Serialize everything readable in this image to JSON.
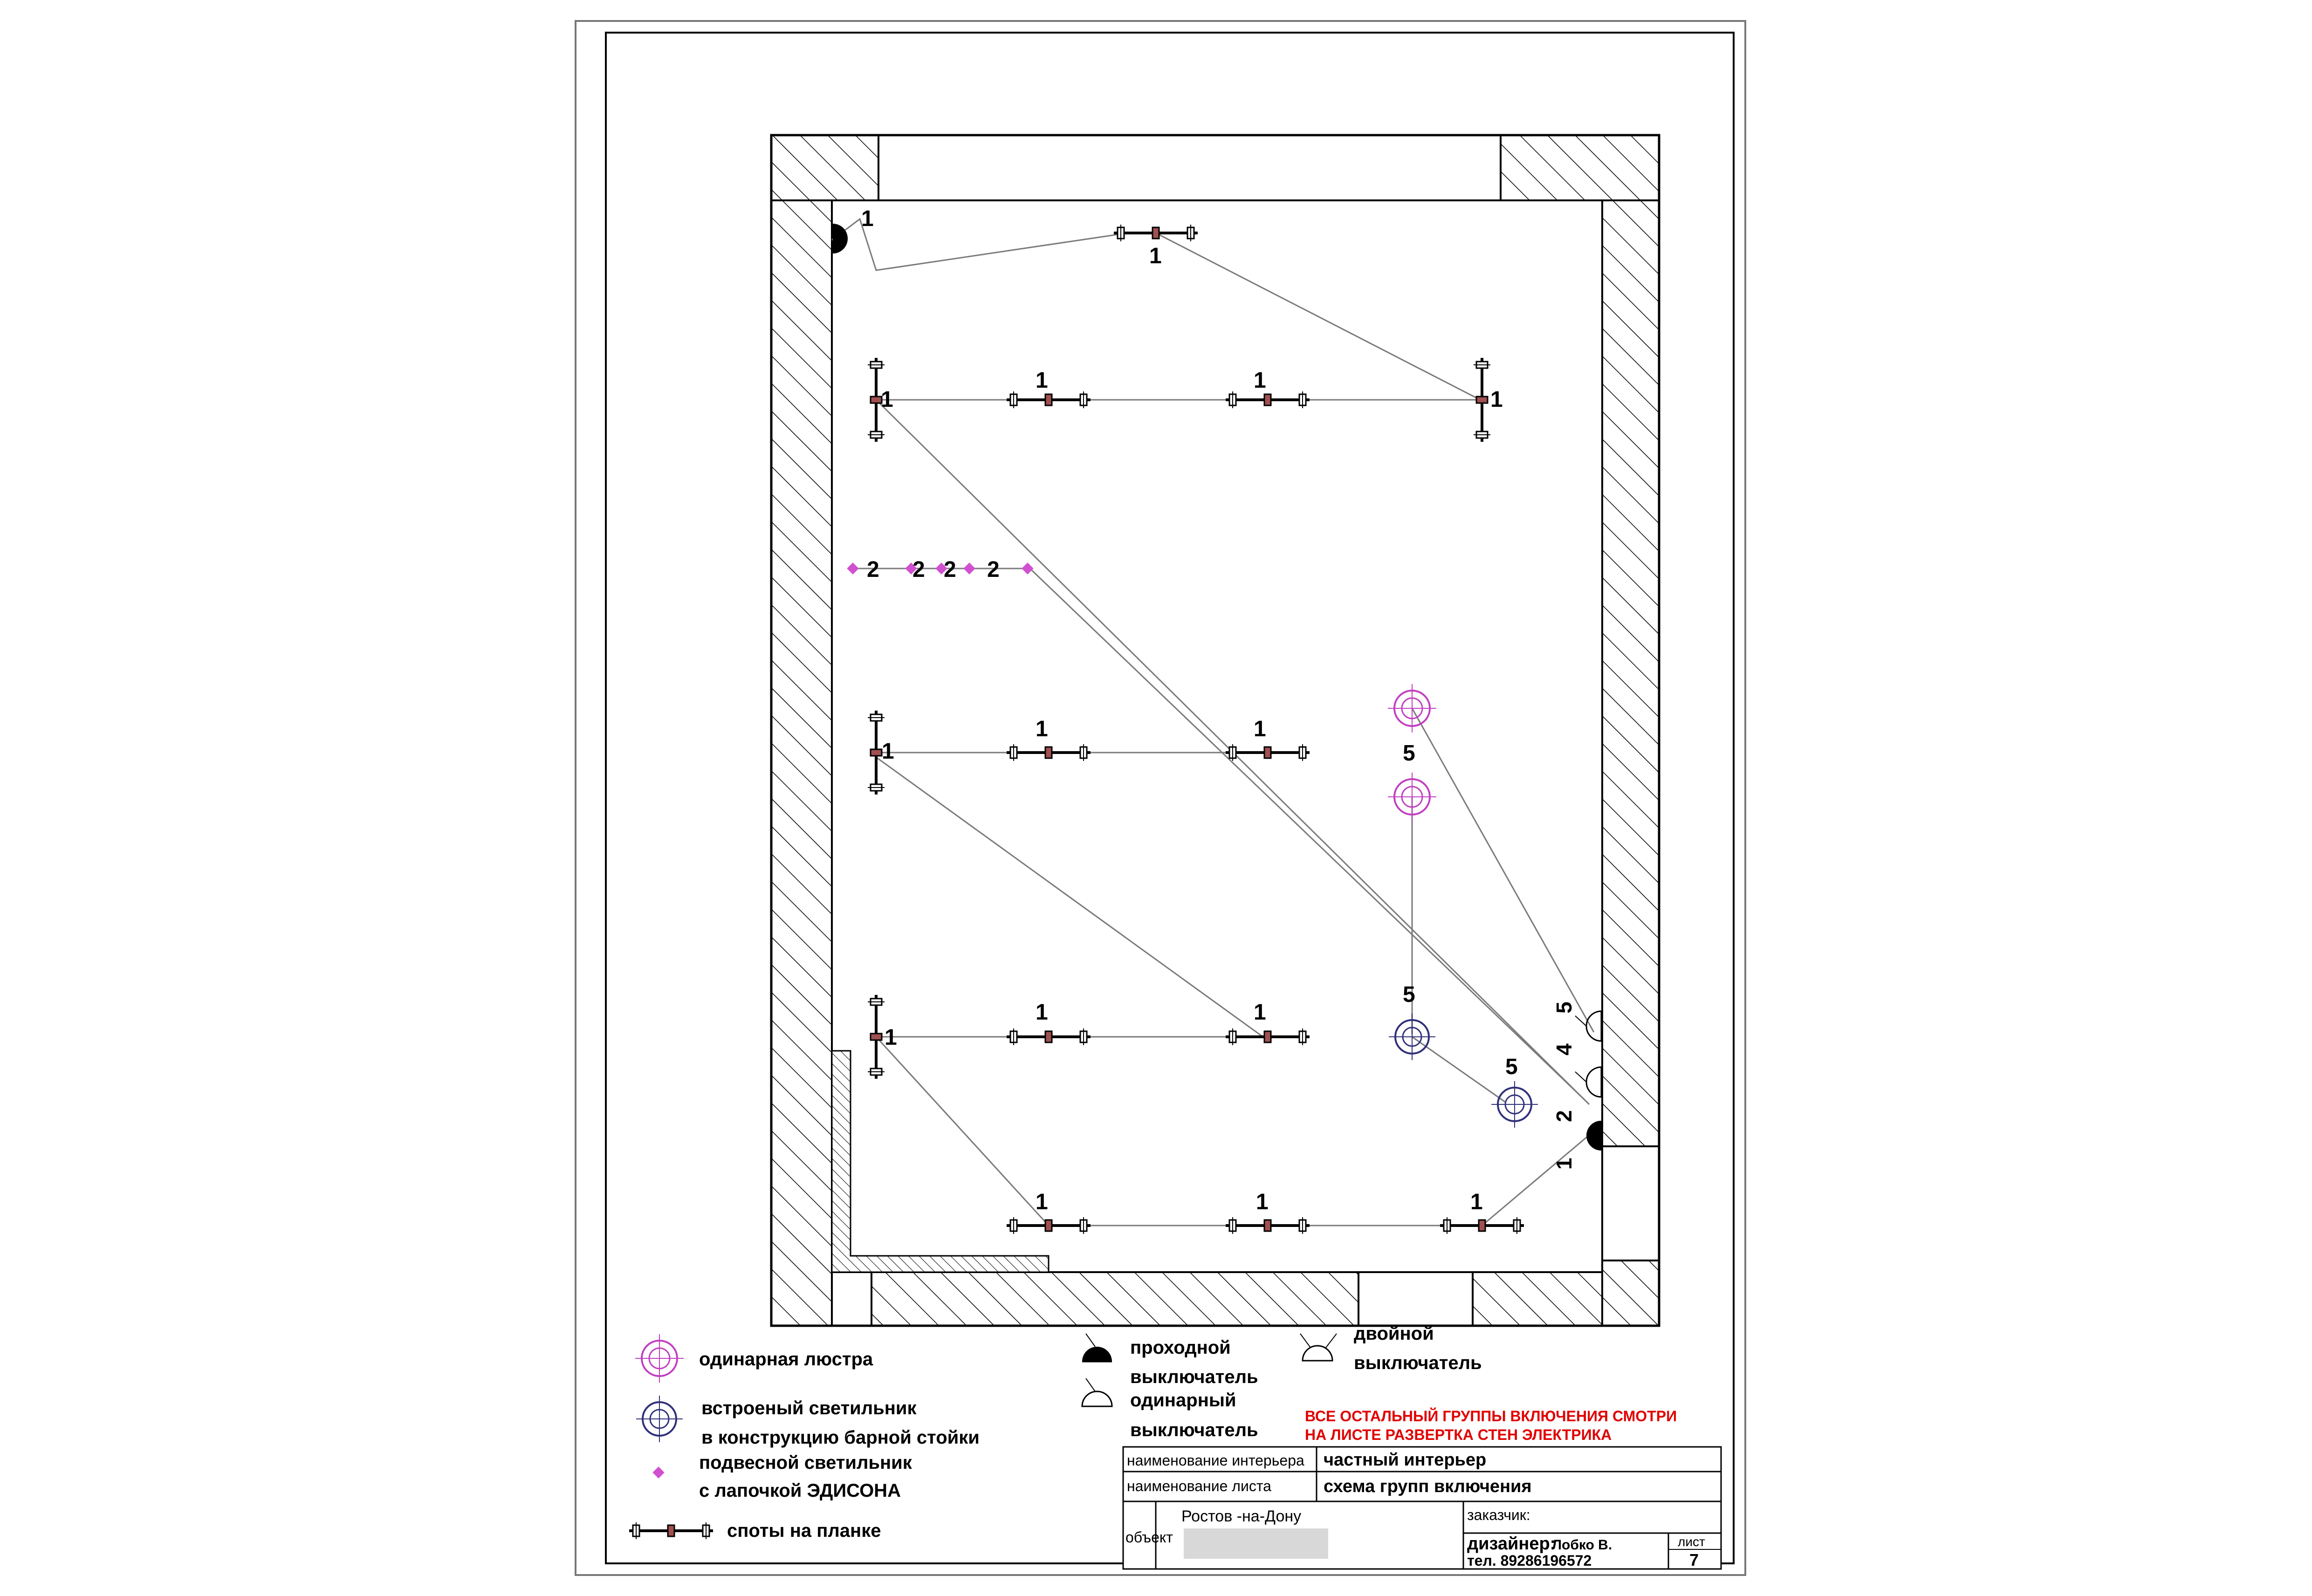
{
  "colors": {
    "line": "#000000",
    "wire": "#7a7a7a",
    "chandelier": "#c040c0",
    "recessed": "#30307a",
    "pendant": "#d050d0",
    "spot_center": "#a05050",
    "note": "#e00000"
  },
  "plan": {
    "group_labels": {
      "g1_switch": "1",
      "g1_top_bar": "1",
      "g1_row1_left": "1",
      "g1_row1_mid1": "1",
      "g1_row1_mid2": "1",
      "g1_row1_right": "1",
      "g2_p1": "2",
      "g2_p2": "2",
      "g2_p3": "2",
      "g2_p4": "2",
      "g1_row2_left": "1",
      "g1_row2_mid1": "1",
      "g1_row2_mid2": "1",
      "g5_chandelier": "5",
      "g1_row3_left": "1",
      "g1_row3_mid1": "1",
      "g1_row3_mid2": "1",
      "g5_recessed1": "5",
      "g5_recessed2": "5",
      "g1_row4_1": "1",
      "g1_row4_2": "1",
      "g1_row4_3": "1",
      "sw_5": "5",
      "sw_4": "4",
      "sw_2": "2",
      "sw_1": "1"
    }
  },
  "legend": {
    "chandelier": "одинарная люстра",
    "recessed_line1": "встроеный светильник",
    "recessed_line2": "в конструкцию барной стойки",
    "pendant_line1": "подвесной светильник",
    "pendant_line2": "с лапочкой ЭДИСОНА",
    "spots": "споты на планке",
    "pass_switch_line1": "проходной",
    "pass_switch_line2": "выключатель",
    "single_switch_line1": "одинарный",
    "single_switch_line2": "выключатель",
    "double_switch_line1": "двойной",
    "double_switch_line2": "выключатель"
  },
  "note": {
    "line1": "ВСЕ ОСТАЛЬНЫЙ ГРУППЫ ВКЛЮЧЕНИЯ СМОТРИ",
    "line2": "НА ЛИСТЕ РАЗВЕРТКА СТЕН ЭЛЕКТРИКА"
  },
  "titleblock": {
    "interior_label": "наименование интерьера",
    "interior_value": "частный интерьер",
    "sheet_label": "наименование листа",
    "sheet_value": "схема групп включения",
    "object_label": "объект",
    "object_city": "Ростов -на-Дону",
    "customer_label": "заказчик:",
    "designer_label": "дизайнер:",
    "designer_name": "Лобко В.",
    "phone": "тел. 89286196572",
    "sheet_no_label": "лист",
    "sheet_no": "7"
  }
}
